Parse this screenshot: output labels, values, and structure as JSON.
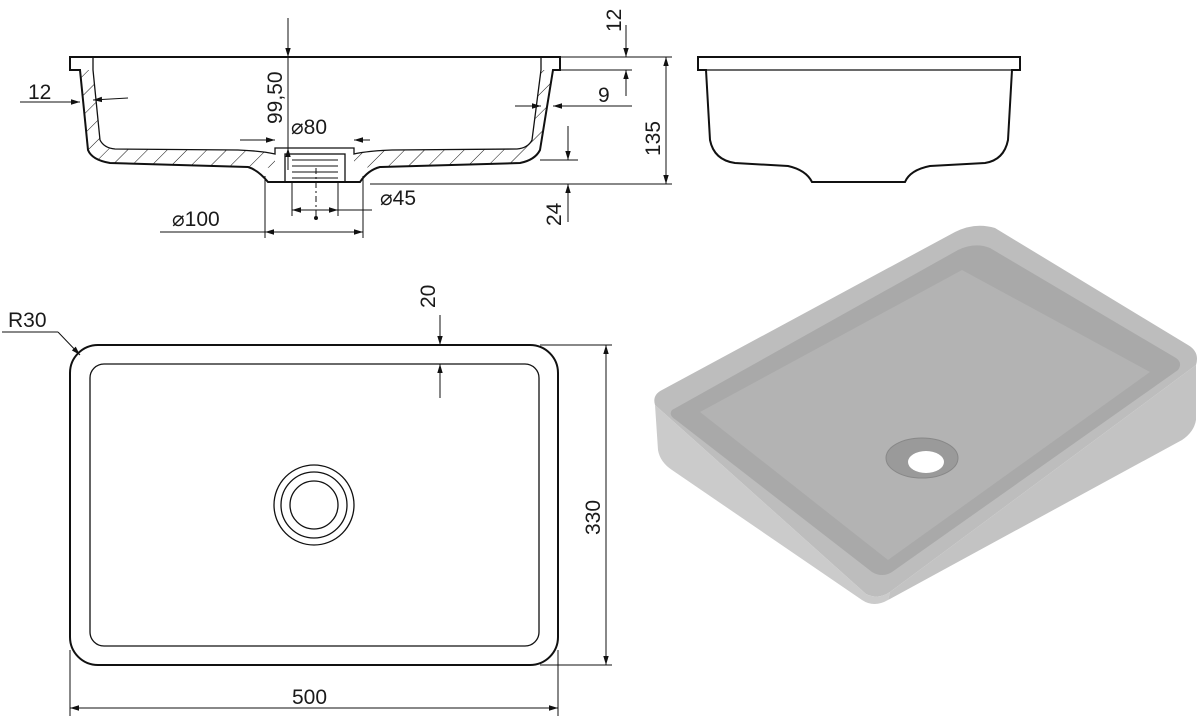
{
  "section_view": {
    "wall_thickness_label": "12",
    "depth_inner_label": "99,50",
    "outlet_top_label": "⌀80",
    "outlet_bore_label": "⌀45",
    "outlet_outer_label": "⌀100",
    "rim_height_label": "12",
    "rim_step_label": "9",
    "total_height_label": "135",
    "outlet_height_label": "24"
  },
  "plan_view": {
    "corner_radius_label": "R30",
    "rim_width_label": "20",
    "width_label": "500",
    "depth_label": "330"
  },
  "colors": {
    "line": "#111111",
    "render_top": "#b9b9b9",
    "render_side": "#c8c8c8",
    "render_inner": "#a8a8a8"
  }
}
